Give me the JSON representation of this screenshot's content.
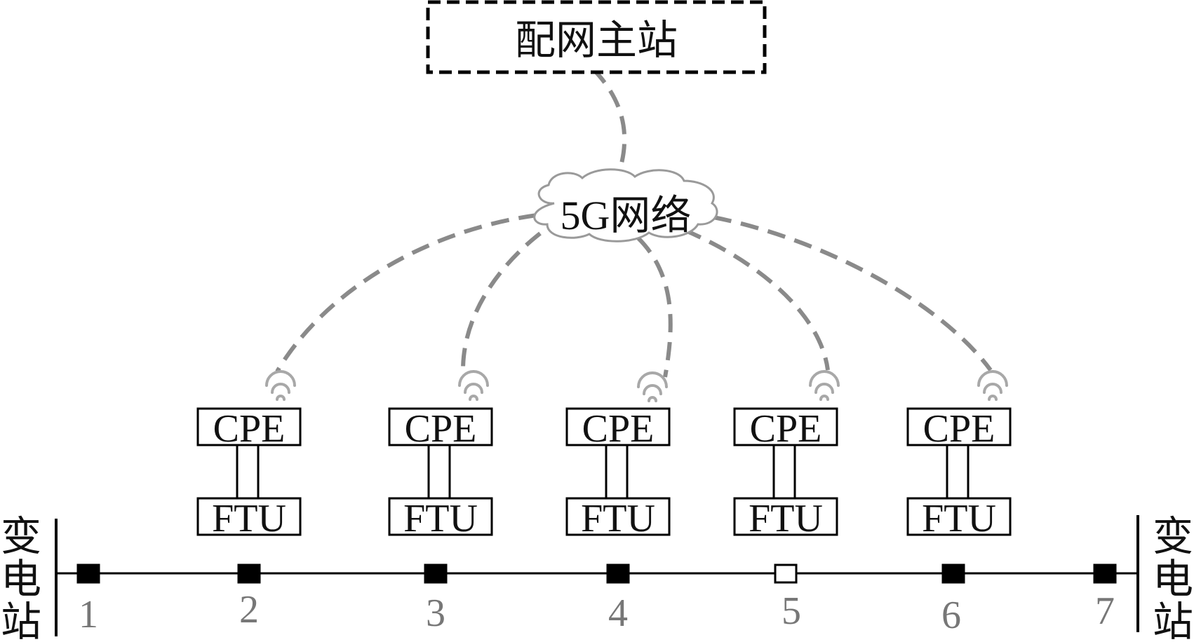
{
  "master_station": {
    "label": "配网主站"
  },
  "network": {
    "label": "5G网络"
  },
  "devices": [
    {
      "cpe_label": "CPE",
      "ftu_label": "FTU"
    },
    {
      "cpe_label": "CPE",
      "ftu_label": "FTU"
    },
    {
      "cpe_label": "CPE",
      "ftu_label": "FTU"
    },
    {
      "cpe_label": "CPE",
      "ftu_label": "FTU"
    },
    {
      "cpe_label": "CPE",
      "ftu_label": "FTU"
    }
  ],
  "substations": {
    "left": [
      "变",
      "电",
      "站"
    ],
    "right": [
      "变",
      "电",
      "站"
    ]
  },
  "switches": [
    {
      "label": "1",
      "state": "closed"
    },
    {
      "label": "2",
      "state": "closed"
    },
    {
      "label": "3",
      "state": "closed"
    },
    {
      "label": "4",
      "state": "closed"
    },
    {
      "label": "5",
      "state": "open"
    },
    {
      "label": "6",
      "state": "closed"
    },
    {
      "label": "7",
      "state": "closed"
    }
  ],
  "colors": {
    "link": "#8a8a8a",
    "line": "#000000",
    "wifi": "#a8a8a8",
    "number": "#777777"
  }
}
